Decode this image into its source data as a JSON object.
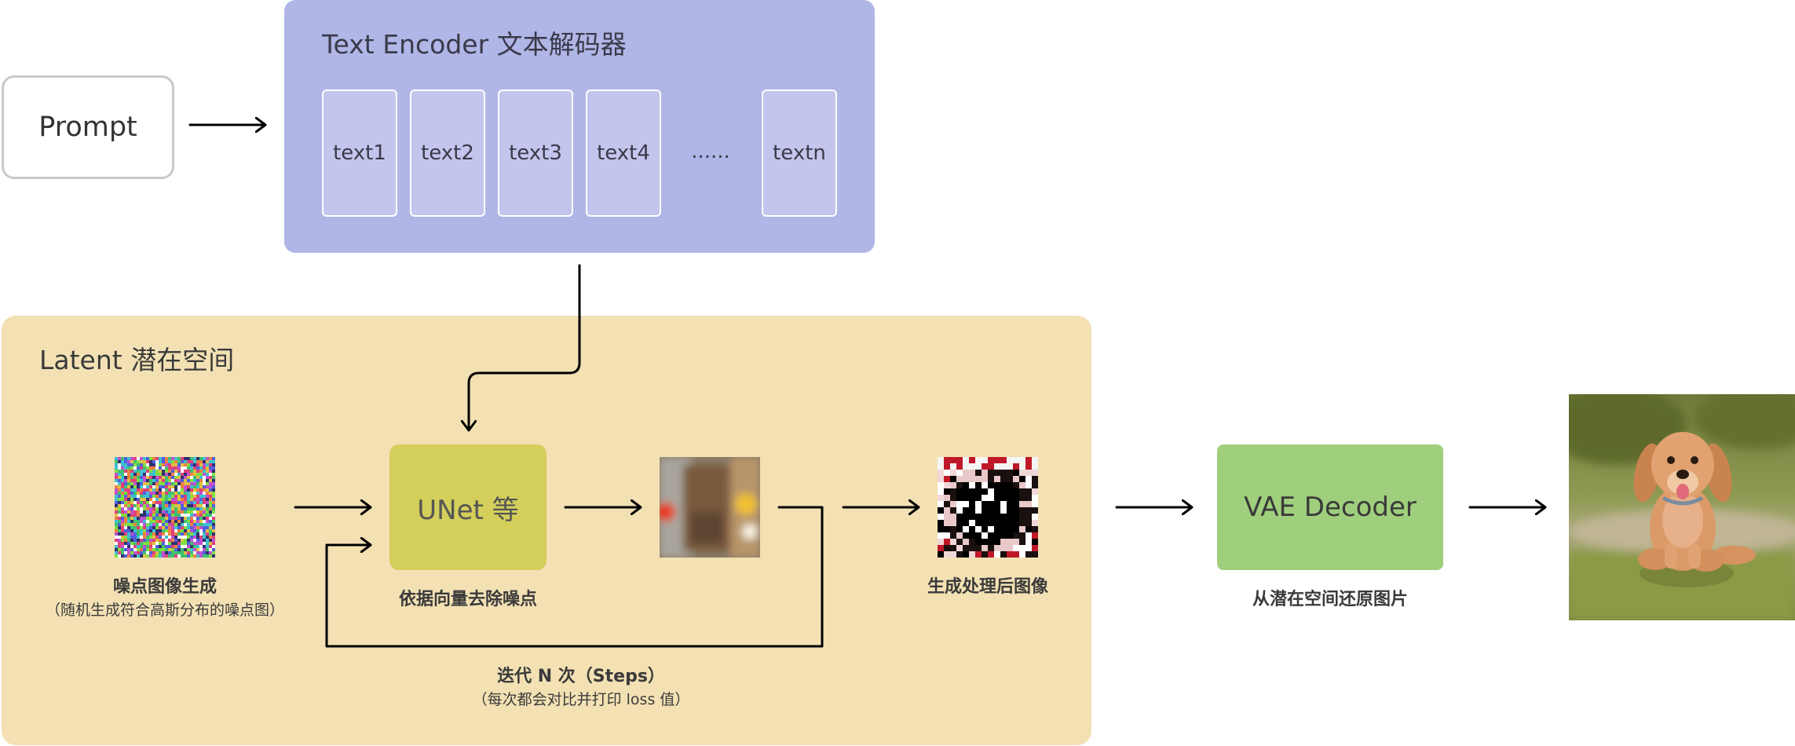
{
  "prompt": {
    "label": "Prompt"
  },
  "text_encoder": {
    "title": "Text Encoder 文本解码器",
    "tokens": [
      "text1",
      "text2",
      "text3",
      "text4"
    ],
    "ellipsis": "......",
    "last_token": "textn"
  },
  "latent": {
    "title": "Latent 潜在空间",
    "noise": {
      "label": "噪点图像生成",
      "sublabel": "（随机生成符合高斯分布的噪点图）"
    },
    "unet": {
      "label": "UNet 等",
      "caption": "依据向量去除噪点"
    },
    "processed": {
      "label": "生成处理后图像"
    },
    "loop": {
      "label": "迭代 N 次（Steps）",
      "sublabel": "（每次都会对比并打印 loss 值）"
    }
  },
  "vae": {
    "label": "VAE Decoder",
    "caption": "从潜在空间还原图片"
  },
  "colors": {
    "encoder_panel": "#b0b6e6",
    "token_fill": "#c3c5ec",
    "latent_panel": "#f3e1b4",
    "unet": "#d3cf5a",
    "vae": "#9fcf7c",
    "arrow": "#000000"
  }
}
